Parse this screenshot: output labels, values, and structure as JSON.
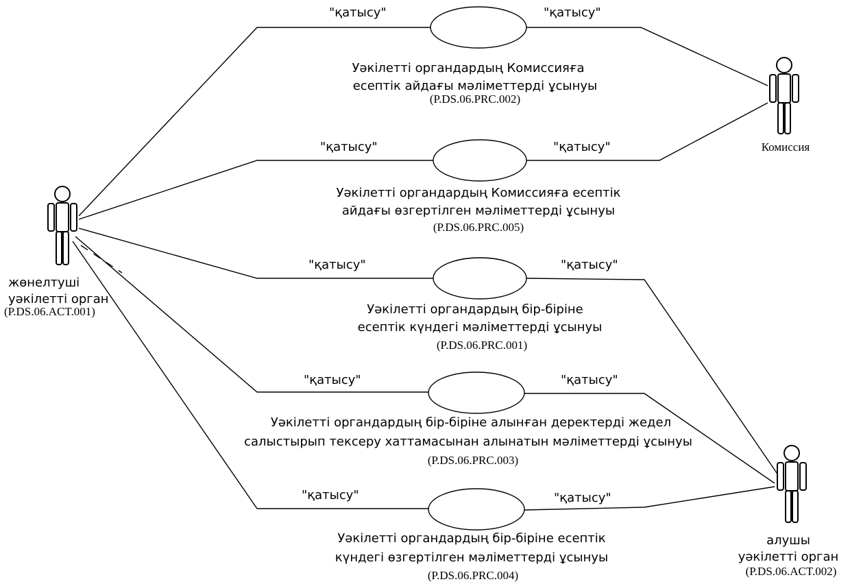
{
  "actors": {
    "sender": {
      "name_line1": "жөнелтуші",
      "name_line2": "уәкілетті орган",
      "code": "(P.DS.06.ACT.001)"
    },
    "commission": {
      "name": "Комиссия"
    },
    "receiver": {
      "name_line1": "алушы",
      "name_line2": "уәкілетті орган",
      "code": "(P.DS.06.ACT.002)"
    }
  },
  "relation_label": "\"қатысу\"",
  "use_cases": [
    {
      "line1": "Уәкілетті органдардың Комиссияға",
      "line2": "есептік айдағы мәліметтерді ұсынуы",
      "code": "(P.DS.06.PRC.002)"
    },
    {
      "line1": "Уәкілетті органдардың Комиссияға есептік",
      "line2": "айдағы өзгертілген мәліметтерді ұсынуы",
      "code": "(P.DS.06.PRC.005)"
    },
    {
      "line1": "Уәкілетті органдардың бір-біріне",
      "line2": "есептік күндегі мәліметтерді ұсынуы",
      "code": "(P.DS.06.PRC.001)"
    },
    {
      "line1": "Уәкілетті органдардың бір-біріне алынған деректерді жедел",
      "line2": "салыстырып тексеру хаттамасынан алынатын мәліметтерді ұсынуы",
      "code": "(P.DS.06.PRC.003)"
    },
    {
      "line1": "Уәкілетті органдардың бір-біріне есептік",
      "line2": "күндегі өзгертілген мәліметтерді ұсынуы",
      "code": "(P.DS.06.PRC.004)"
    }
  ]
}
